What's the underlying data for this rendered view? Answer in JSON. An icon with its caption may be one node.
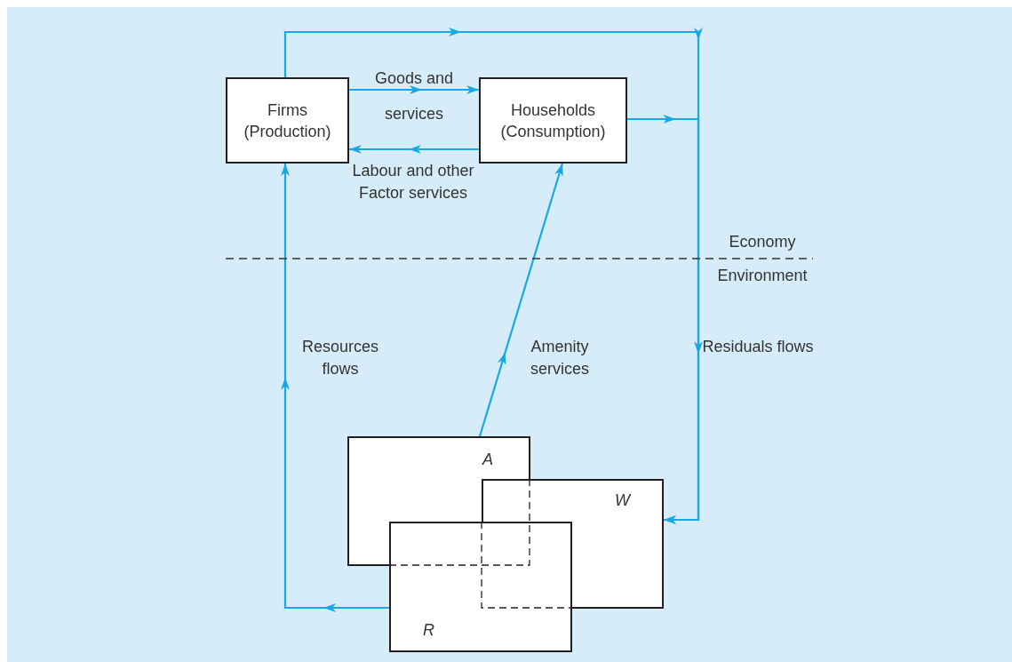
{
  "diagram": {
    "nodes": [
      {
        "text": [
          "Firms (Production)"
        ]
      },
      {
        "text": [
          "Households (Consumption)"
        ]
      },
      {
        "text": [
          "A"
        ]
      },
      {
        "text": [
          "W"
        ]
      },
      {
        "text": [
          "R"
        ]
      }
    ],
    "edges": [
      {
        "from": 0,
        "to": 1,
        "arrow": "to",
        "label": "Goods and services"
      },
      {
        "from": 1,
        "to": 0,
        "arrow": "to",
        "label": "Labour and other Factor services"
      },
      {
        "from": 0,
        "to": 3,
        "arrow": "to",
        "label": "Residuals flows"
      },
      {
        "from": 1,
        "to": 3,
        "arrow": "to"
      },
      {
        "from": 4,
        "to": 0,
        "arrow": "to",
        "label": "Resources flows"
      },
      {
        "from": 2,
        "to": 1,
        "arrow": "to",
        "label": "Amenity services"
      }
    ],
    "labels": [
      "Economy",
      "Environment"
    ]
  }
}
